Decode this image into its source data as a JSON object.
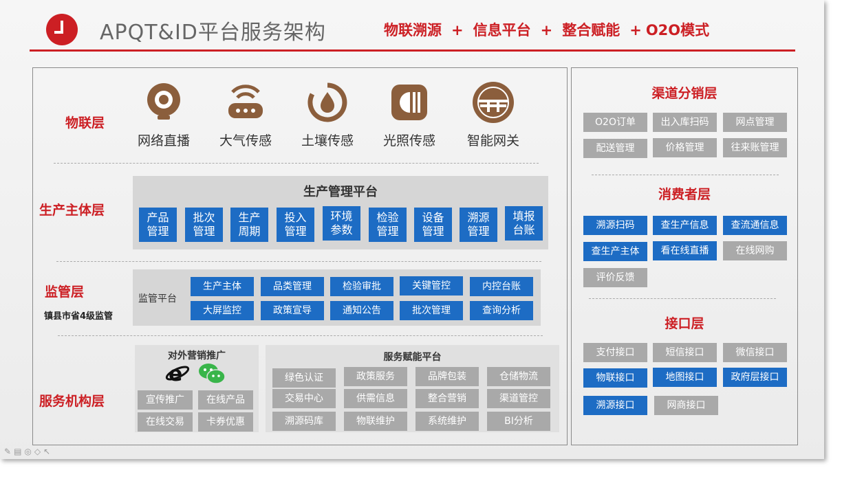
{
  "header": {
    "title": "APQT&ID平台服务架构",
    "slogan": [
      "物联溯源",
      "信息平台",
      "整合赋能",
      "O2O模式"
    ],
    "plus": "+"
  },
  "colors": {
    "accent": "#cc1f24",
    "blue": "#1d6cc4",
    "gray": "#a9a9a9",
    "icon": "#8b5e3c"
  },
  "iot_layer": {
    "label": "物联层",
    "items": [
      {
        "label": "网络直播",
        "icon": "webcam-icon"
      },
      {
        "label": "大气传感",
        "icon": "wifi-router-icon"
      },
      {
        "label": "土壤传感",
        "icon": "water-drop-icon"
      },
      {
        "label": "光照传感",
        "icon": "light-sensor-icon"
      },
      {
        "label": "智能网关",
        "icon": "gateway-icon"
      }
    ]
  },
  "production_layer": {
    "label": "生产主体层",
    "platform_title": "生产管理平台",
    "buttons": [
      "产品\n管理",
      "批次\n管理",
      "生产\n周期",
      "投入\n管理",
      "环境\n参数",
      "检验\n管理",
      "设备\n管理",
      "溯源\n管理",
      "填报\n台账"
    ]
  },
  "supervision_layer": {
    "label": "监管层",
    "note": "镇县市省4级监管",
    "platform_label": "监管平台",
    "row1": [
      "生产主体",
      "品类管理",
      "检验审批",
      "关键管控",
      "内控台账"
    ],
    "row2": [
      "大屏监控",
      "政策宣导",
      "通知公告",
      "批次管理",
      "查询分析"
    ]
  },
  "service_layer": {
    "label": "服务机构层",
    "marketing": {
      "title": "对外营销推广",
      "items": [
        "宣传推广",
        "在线产品",
        "在线交易",
        "卡券优惠"
      ]
    },
    "platform": {
      "title": "服务赋能平台",
      "items": [
        "绿色认证",
        "政策服务",
        "品牌包装",
        "仓储物流",
        "交易中心",
        "供需信息",
        "整合营销",
        "渠道管控",
        "溯源码库",
        "物联维护",
        "系统维护",
        "BI分析"
      ]
    }
  },
  "channel_layer": {
    "label": "渠道分销层",
    "items": [
      "O2O订单",
      "出入库扫码",
      "网点管理",
      "配送管理",
      "价格管理",
      "往来账管理"
    ]
  },
  "consumer_layer": {
    "label": "消费者层",
    "items": [
      "溯源扫码",
      "查生产信息",
      "查流通信息",
      "查生产主体",
      "看在线直播",
      "在线网购",
      "评价反馈"
    ]
  },
  "interface_layer": {
    "label": "接口层",
    "items": [
      "支付接口",
      "短信接口",
      "微信接口",
      "物联接口",
      "地图接口",
      "政府层接口",
      "溯源接口",
      "网商接口"
    ]
  }
}
